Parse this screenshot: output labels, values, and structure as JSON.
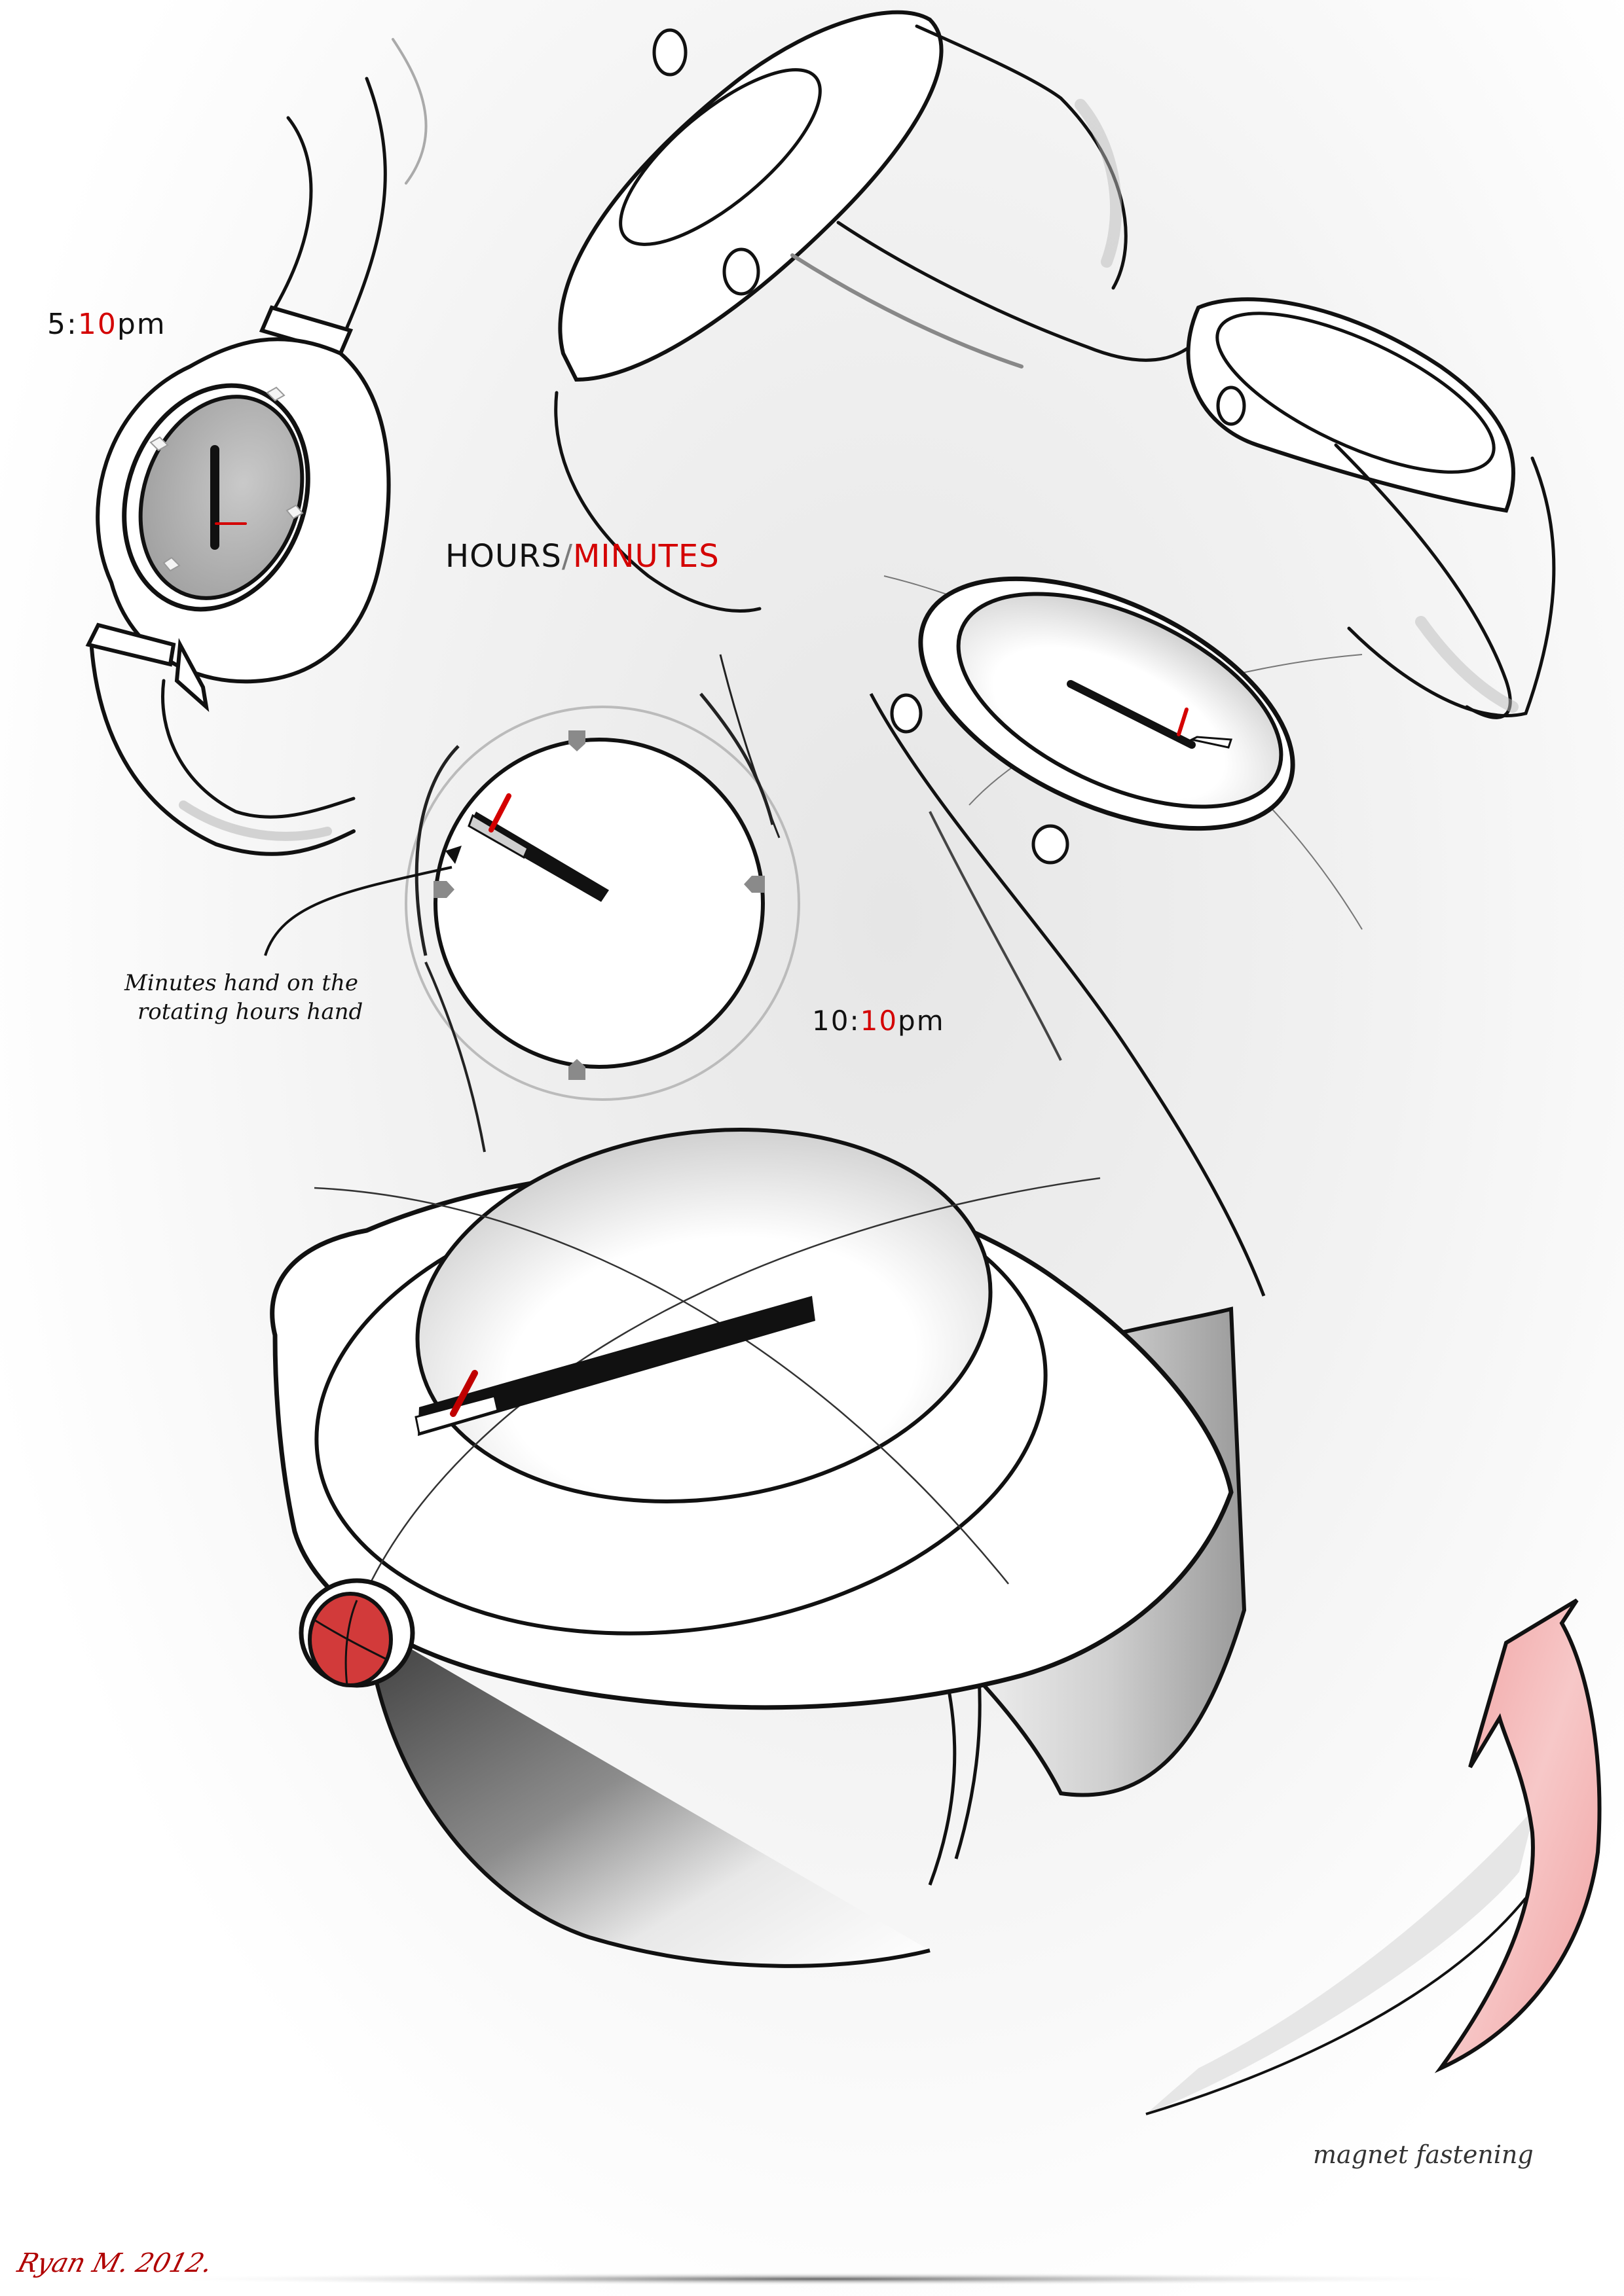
{
  "labels": {
    "time_510": {
      "hours": "5:",
      "minutes": "10",
      "suffix": "pm"
    },
    "time_1010": {
      "hours": "10:",
      "minutes": "10",
      "suffix": "pm"
    },
    "hours_minutes": {
      "hours": "HOURS",
      "separator": "/",
      "minutes": "MINUTES"
    },
    "annotation": {
      "line1": "Minutes hand on the",
      "line2": "rotating hours hand"
    },
    "magnet": "magnet fastening",
    "signature": "Ryan M. 2012."
  },
  "colors": {
    "accent_red": "#d40000",
    "crown_red": "#d23a3a",
    "arrow_pink": "#f2a7a7",
    "ink": "#111111",
    "dial_gray": "#b4b4b4",
    "marker_gray": "#8a8a8a"
  },
  "sketches": [
    {
      "id": "watch-top-left",
      "description": "watch with gray dial showing 5:10pm"
    },
    {
      "id": "watch-top-right",
      "description": "side/back view of watch with buttons"
    },
    {
      "id": "watch-mid-right",
      "description": "watch showing 10:10pm angled view"
    },
    {
      "id": "clock-face-center",
      "description": "flat dial with 4 markers, hours hand with minutes hand"
    },
    {
      "id": "watch-large",
      "description": "large perspective watch with red crown"
    },
    {
      "id": "magnet-arrow",
      "description": "pink curved arrow showing strap fastening"
    }
  ]
}
